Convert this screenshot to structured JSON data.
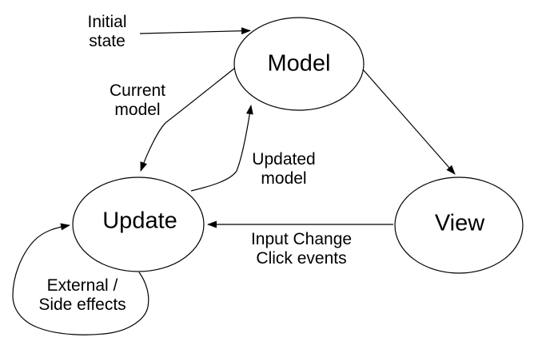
{
  "diagram": {
    "colors": {
      "background": "#ffffff",
      "stroke": "#000000",
      "text": "#000000"
    },
    "nodes": {
      "model": {
        "label": "Model"
      },
      "update": {
        "label": "Update"
      },
      "view": {
        "label": "View"
      }
    },
    "edge_labels": {
      "initial_state": {
        "line1": "Initial",
        "line2": "state"
      },
      "current_model": {
        "line1": "Current",
        "line2": "model"
      },
      "updated_model": {
        "line1": "Updated",
        "line2": "model"
      },
      "view_to_update": {
        "line1": "Input Change",
        "line2": "Click events"
      },
      "side_effects": {
        "line1": "External /",
        "line2": "Side effects"
      }
    }
  }
}
